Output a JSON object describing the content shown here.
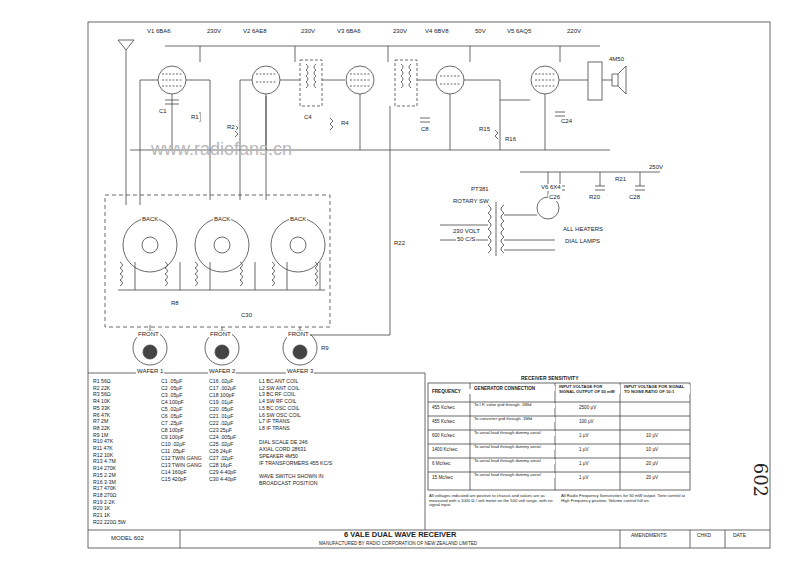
{
  "diagram": {
    "title": "6 VALE DUAL WAVE RECEIVER",
    "labels": [
      "V1 6BA6",
      "230V",
      "V2 6AE8",
      "230V",
      "V3 6BA6",
      "230V",
      "V4 6BV8",
      "50V",
      "V5 6AQ5",
      "220V",
      "4M50",
      "PT381",
      "ROTARY SW",
      "230 VOLT",
      "50 C/S",
      "V6 6X4",
      "ALL HEATERS",
      "DIAL LAMPS",
      "250V",
      "WAFER 1",
      "WAFER 2",
      "WAFER 3",
      "FRONT",
      "FRONT",
      "FRONT",
      "BACK",
      "BACK",
      "BACK",
      "C1",
      "R1",
      "R2",
      "C4",
      "R4",
      "C8",
      "R15",
      "R16",
      "C24",
      "C26",
      "R20",
      "C28",
      "R21",
      "R22",
      "C30",
      "R8",
      "R9",
      "www.radiofans.cn",
      "R1 56Ω",
      "R2 22K",
      "R3 56Ω",
      "R4 10K",
      "R5 33K",
      "R6 47K",
      "R7 2M",
      "R8 22K",
      "R9 1M",
      "R10 47K",
      "R11 47K",
      "R12 10K",
      "R13 4·7M",
      "R14 270K",
      "R15 2·2M",
      "R16 3·3M",
      "R17 470K",
      "R18 270Ω",
      "R19 2·2K",
      "R20 1K",
      "R21 1K",
      "R22 220Ω 5W",
      "C1 .05μF",
      "C2 .05μF",
      "C3 .05μF",
      "C4 100pF",
      "C5 .02μF",
      "C6 .05μF",
      "C7 .25μF",
      "C8 100pF",
      "C9 100pF",
      "C10 .02μF",
      "C11 .05μF",
      "C12 TWIN GANG",
      "C13 TWIN GANG",
      "C14 160pF",
      "C15 420pF",
      "C16 .02μF",
      "C17 .002μF",
      "C18 100pF",
      "C19 .01μF",
      "C20 .05μF",
      "C21 .01μF",
      "C22 .02μF",
      "C23 25μF",
      "C24 .005μF",
      "C25 .02μF",
      "C26 24μF",
      "C27 .02μF",
      "C28 16μF",
      "C29 4-40pF",
      "C30 4-40pF",
      "L1 BC ANT COIL",
      "L2 SW ANT COIL",
      "L3 BC RF COIL",
      "L4 SW RF COIL",
      "L5 BC OSC COIL",
      "L6 SW OSC COIL",
      "L7 IF TRANS",
      "L8 IF TRANS",
      "DIAL SCALE DE 246",
      "AXIAL CORD 28631",
      "SPEAKER 4M50",
      "IF TRANSFORMERS 455 KC/S",
      "WAVE SWITCH SHOWN IN",
      "BROADCAST POSITION",
      "RECEIVER SENSITIVITY",
      "FREQUENCY",
      "GENERATOR CONNECTION",
      "INPUT VOLTAGE FOR SIGNAL OUTPUT OF 50 mW",
      "INPUT VOLTAGE FOR SIGNAL TO NOISE RATIO OF 10:1",
      "455 Kc/sec",
      "To I.F. valve grid through .1Mfd",
      "2500 μV",
      "455 Kc/sec",
      "To converter grid through .1Mfd",
      "100 μV",
      "600 Kc/sec",
      "To aerial lead through dummy aerial",
      "1 μV",
      "10 μV",
      "1400 Kc/sec",
      "To aerial lead through dummy aerial",
      "1 μV",
      "10 μV",
      "6 Mc/sec",
      "To aerial lead through dummy aerial",
      "1 μV",
      "20 μV",
      "15 Mc/sec",
      "To aerial lead through dummy aerial",
      "1 μV",
      "20 μV",
      "All voltages indicated are positive to chassis and values are as measured with a 1000 Ω / volt meter on the 500 volt range, with no signal input.",
      "All Radio Frequency Sensitivities for 50 mW output. Tone control at High Frequency position, Volume control full on.",
      "MODEL 602",
      "MANUFACTURED BY RADIO CORPORATION OF NEW ZEALAND LIMITED",
      "AMENDMENTS",
      "CHKD",
      "DATE",
      "602"
    ]
  }
}
